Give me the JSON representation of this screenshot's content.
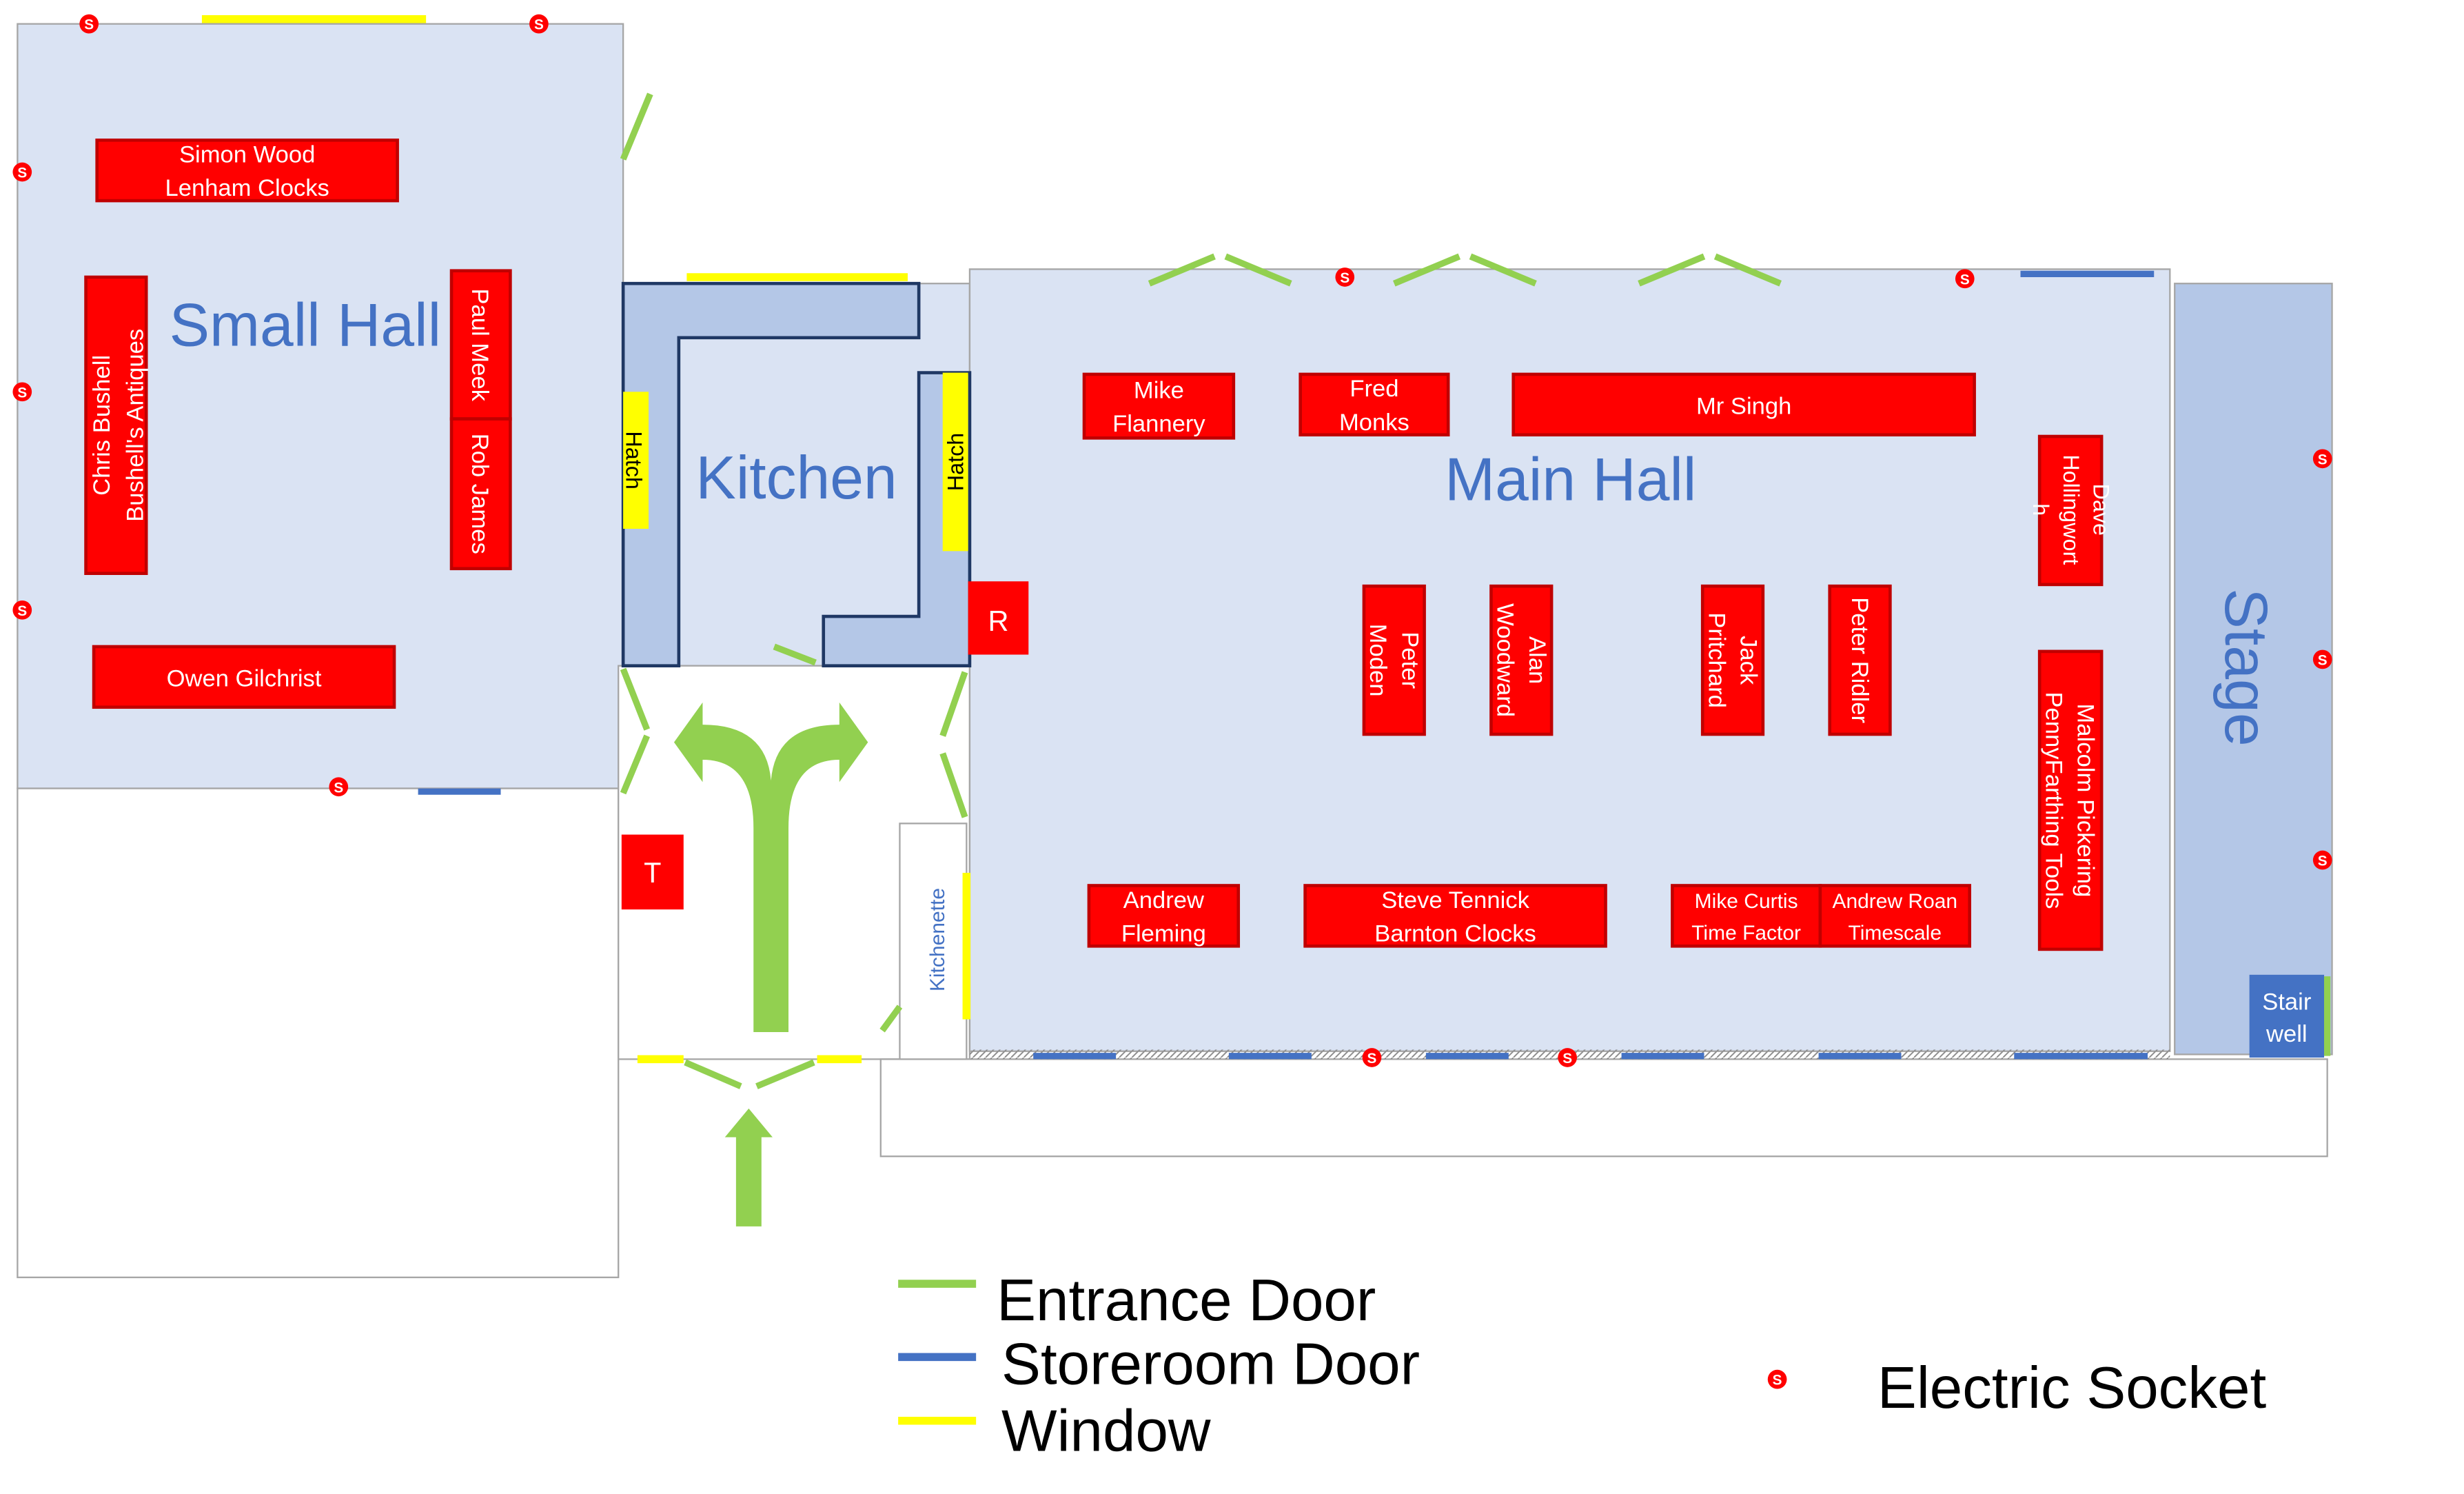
{
  "colors": {
    "hall_fill": "#DAE3F3",
    "kitchen_fill": "#B4C7E7",
    "stall": "#FF0000",
    "room_label": "#4472C4",
    "entrance_door": "#92D050",
    "storeroom_door": "#4472C4",
    "window": "#FFFF00",
    "socket": "#FF0000"
  },
  "rooms": {
    "small_hall": "Small Hall",
    "kitchen": "Kitchen",
    "main_hall": "Main Hall",
    "stage": "Stage",
    "kitchenette": "Kitchenette",
    "stairwell_line1": "Stair",
    "stairwell_line2": "well",
    "hatch_left": "Hatch",
    "hatch_right": "Hatch",
    "marker_r": "R",
    "marker_t": "T"
  },
  "stalls": {
    "simon_wood": [
      "Simon Wood",
      "Lenham Clocks"
    ],
    "chris_bushell": [
      "Chris  Bushell",
      "Bushell's Antiques"
    ],
    "paul_meek": [
      "Paul Meek"
    ],
    "rob_james": [
      "Rob James"
    ],
    "owen_gilchrist": [
      "Owen Gilchrist"
    ],
    "mike_flannery": [
      "Mike",
      "Flannery"
    ],
    "fred_monks": [
      "Fred",
      "Monks"
    ],
    "mr_singh": [
      "Mr Singh"
    ],
    "dave_hollingworth": [
      "Dave",
      "Hollingwort",
      "h"
    ],
    "peter_moden": [
      "Peter",
      "Moden"
    ],
    "alan_woodward": [
      "Alan",
      "Woodward"
    ],
    "jack_pritchard": [
      "Jack",
      "Pritchard"
    ],
    "peter_ridler": [
      "Peter Ridler"
    ],
    "malcolm_pickering": [
      "Malcolm Pickering",
      "PennyFarthing Tools"
    ],
    "andrew_fleming": [
      "Andrew",
      "Fleming"
    ],
    "steve_tennick": [
      "Steve Tennick",
      "Barnton Clocks"
    ],
    "mike_curtis": [
      "Mike Curtis",
      "Time Factor"
    ],
    "andrew_roan": [
      "Andrew Roan",
      "Timescale"
    ]
  },
  "legend": {
    "entrance_door": "Entrance Door",
    "storeroom_door": "Storeroom Door",
    "window": "Window",
    "socket_symbol": "S",
    "electric_socket": "Electric Socket"
  }
}
